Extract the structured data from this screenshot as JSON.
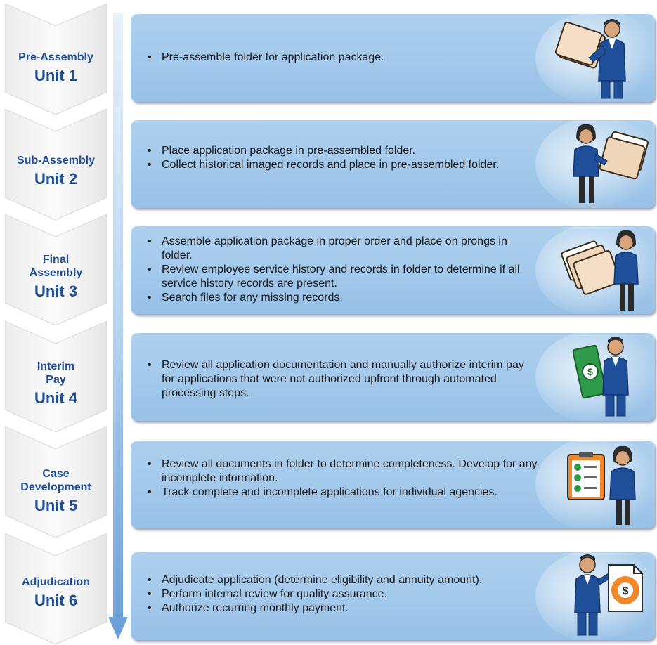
{
  "stages": [
    {
      "name_lines": [
        "Pre-Assembly"
      ],
      "unit": "Unit 1",
      "bullets": [
        "Pre-assemble folder for application package."
      ],
      "illustration": "man-holding-folder-icon"
    },
    {
      "name_lines": [
        "Sub-Assembly"
      ],
      "unit": "Unit 2",
      "bullets": [
        "Place application package in pre-assembled folder.",
        "Collect historical imaged records and place in pre-assembled folder."
      ],
      "illustration": "woman-holding-folder-icon"
    },
    {
      "name_lines": [
        "Final",
        "Assembly"
      ],
      "unit": "Unit 3",
      "bullets": [
        "Assemble application package in proper order and place on prongs in folder.",
        "Review employee service history and records in folder to determine if all service history records are present.",
        "Search files for any missing records."
      ],
      "illustration": "woman-holding-folders-icon"
    },
    {
      "name_lines": [
        "Interim",
        "Pay"
      ],
      "unit": "Unit 4",
      "bullets": [
        "Review all application documentation and manually authorize interim pay for applications that were not authorized upfront through automated processing steps."
      ],
      "illustration": "man-holding-money-icon"
    },
    {
      "name_lines": [
        "Case",
        "Development"
      ],
      "unit": "Unit 5",
      "bullets": [
        "Review all documents in folder to determine completeness. Develop for any incomplete information.",
        "Track complete and incomplete applications for individual agencies."
      ],
      "illustration": "woman-with-checklist-icon"
    },
    {
      "name_lines": [
        "Adjudication"
      ],
      "unit": "Unit 6",
      "bullets": [
        "Adjudicate application (determine eligibility and annuity amount).",
        "Perform internal review for quality assurance.",
        "Authorize recurring monthly payment."
      ],
      "illustration": "man-holding-payment-document-icon"
    }
  ],
  "colors": {
    "unit_text": "#1f4f99",
    "card_fill": "#a5cbec",
    "suit": "#1f4f99",
    "folder": "#f0d6b8",
    "money": "#2e9a4a",
    "coin": "#f0892a"
  }
}
